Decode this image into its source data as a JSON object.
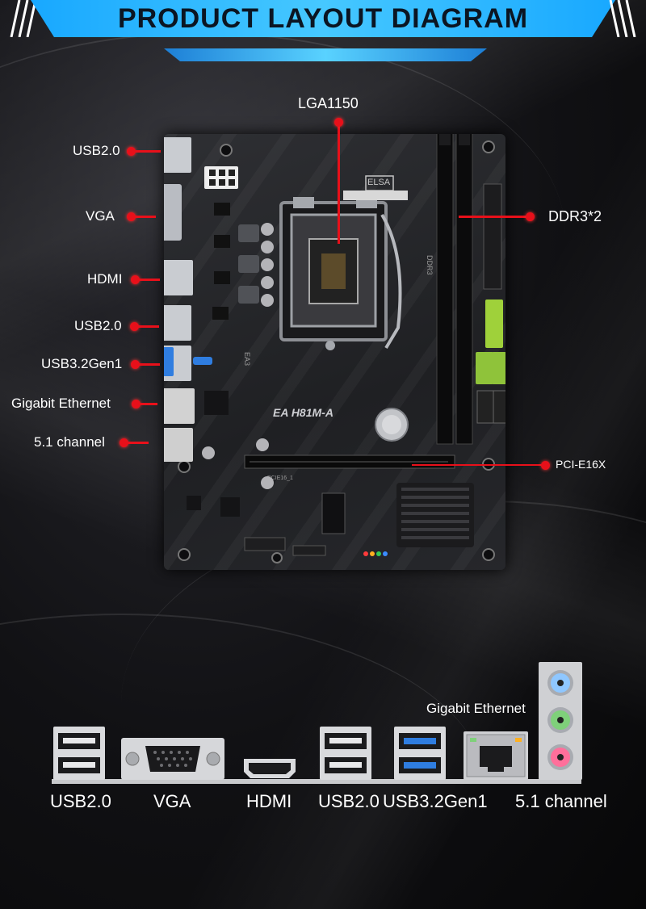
{
  "title": "PRODUCT LAYOUT DIAGRAM",
  "board": {
    "model": "EA H81M-A",
    "brand": "ELSA",
    "slot_labels": {
      "pcie": "PCIE16_1",
      "mem": "DDR3",
      "cpu": "EA3"
    }
  },
  "callouts": [
    {
      "id": "lga1150",
      "label": "LGA1150"
    },
    {
      "id": "usb20-top",
      "label": "USB2.0"
    },
    {
      "id": "vga",
      "label": "VGA"
    },
    {
      "id": "hdmi",
      "label": "HDMI"
    },
    {
      "id": "usb20-mid",
      "label": "USB2.0"
    },
    {
      "id": "usb32",
      "label": "USB3.2Gen1"
    },
    {
      "id": "gigabit",
      "label": "Gigabit Ethernet"
    },
    {
      "id": "audio",
      "label": "5.1 channel"
    },
    {
      "id": "ddr3",
      "label": "DDR3*2"
    },
    {
      "id": "pcie",
      "label": "PCI-E16X"
    }
  ],
  "io_panel": {
    "labels": [
      "USB2.0",
      "VGA",
      "HDMI",
      "USB2.0",
      "USB3.2Gen1",
      "5.1 channel"
    ],
    "gigabit_label": "Gigabit Ethernet"
  },
  "colors": {
    "accent": "#1aa8ff",
    "callout": "#e8101a",
    "usb3": "#2f7de0",
    "audio_blue": "#8fc7ff",
    "audio_green": "#7fd07a",
    "audio_pink": "#ff6f9b"
  }
}
